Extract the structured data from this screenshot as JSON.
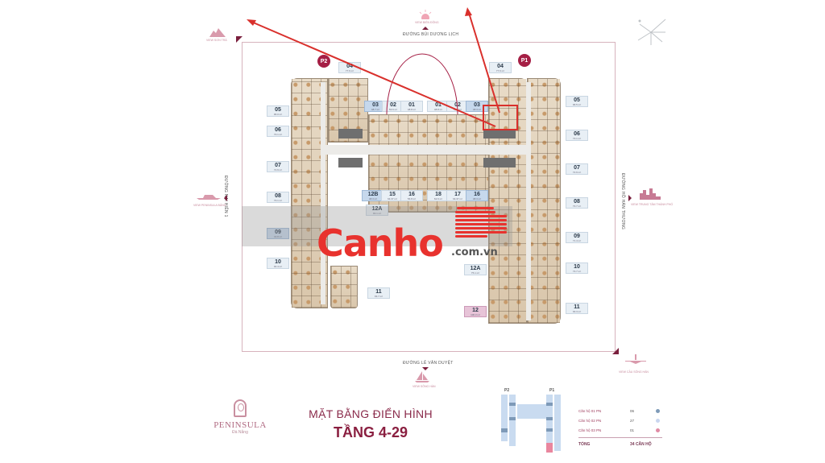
{
  "roads": {
    "top": "ĐƯỜNG BÙI DƯƠNG LỊCH",
    "bottom": "ĐƯỜNG LÊ VĂN DUYỆT",
    "left": "ĐƯỜNG NẠI HIÊN 1",
    "right": "ĐƯỜNG HỒ HÁN THƯƠNG"
  },
  "views": {
    "top_left": "VIEW SƠN TRÀ",
    "top": "VIEW BIỂN ĐÔNG",
    "left": "VIEW PENINSULA BẢNG",
    "right": "VIEW TRUNG TÂM THÀNH PHỐ",
    "bottom": "VIEW SÔNG HÀN",
    "bottom_right": "VIEW CẦU SÔNG HÀN"
  },
  "pins": {
    "p1": "P1",
    "p2": "P2"
  },
  "units": {
    "left_04": {
      "num": "04",
      "area": "77.6 m²"
    },
    "right_04": {
      "num": "04",
      "area": "77.6 m²"
    },
    "left_side": [
      {
        "num": "05",
        "area": "96.0 m²"
      },
      {
        "num": "06",
        "area": "73.1 m²"
      },
      {
        "num": "07",
        "area": "72.9 m²"
      },
      {
        "num": "08",
        "area": "73.1 m²"
      },
      {
        "num": "09",
        "area": "43.8 m²"
      },
      {
        "num": "10",
        "area": "94.4 m²"
      }
    ],
    "right_side": [
      {
        "num": "05",
        "area": "96.5 m²"
      },
      {
        "num": "06",
        "area": "73.1 m²"
      },
      {
        "num": "07",
        "area": "72.9 m²"
      },
      {
        "num": "08",
        "area": "73.7 m²"
      },
      {
        "num": "09",
        "area": "71.4 m²"
      },
      {
        "num": "10",
        "area": "73.7 m²"
      },
      {
        "num": "11",
        "area": "93.3 m²"
      }
    ],
    "top_left_row": [
      {
        "num": "03",
        "area": "48.7 m²"
      },
      {
        "num": "02",
        "area": "53.6 m²"
      },
      {
        "num": "01",
        "area": "48.8 m²"
      }
    ],
    "top_right_row": [
      {
        "num": "01",
        "area": "48.8 m²"
      },
      {
        "num": "02",
        "area": "53.6 m²"
      },
      {
        "num": "03",
        "area": "48.3 m²"
      }
    ],
    "mid_left_row": [
      {
        "num": "12B",
        "area": "48.3 m²"
      },
      {
        "num": "15",
        "area": "64.37 m²"
      },
      {
        "num": "16",
        "area": "56.8 m²"
      }
    ],
    "mid_right_row": [
      {
        "num": "18",
        "area": "62.6 m²"
      },
      {
        "num": "17",
        "area": "64.37 m²"
      },
      {
        "num": "16",
        "area": "48.3 m²"
      }
    ],
    "left_12a": {
      "num": "12A",
      "area": "93.1 m²"
    },
    "left_11": {
      "num": "11",
      "area": "93.7 m²"
    },
    "right_12a": {
      "num": "12A",
      "area": "75.1 m²"
    },
    "right_12": {
      "num": "12",
      "area": "106.3 m²"
    }
  },
  "watermark": {
    "brand": "Canho",
    "domain": ".com.vn"
  },
  "logo": {
    "name": "PENINSULA",
    "city": "Đà Nẵng"
  },
  "title": {
    "line1": "MẶT BẰNG ĐIỂN HÌNH",
    "line2": "TẦNG 4-29"
  },
  "keymap": {
    "p1": "P1",
    "p2": "P2"
  },
  "legend": {
    "rows": [
      {
        "label": "Căn hộ 01 PN",
        "count": "06",
        "color": "#7e9ab8"
      },
      {
        "label": "Căn hộ 02 PN",
        "count": "27",
        "color": "#c9d6ef"
      },
      {
        "label": "Căn hộ 03 PN",
        "count": "01",
        "color": "#e08aa4"
      }
    ],
    "total_label": "TỔNG",
    "total_value": "34 CĂN HỘ"
  },
  "colors": {
    "accent": "#a51f45",
    "annotation_red": "#d9302c"
  }
}
